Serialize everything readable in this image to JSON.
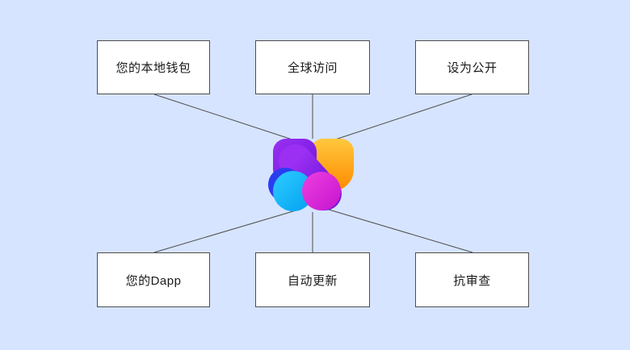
{
  "canvas": {
    "background": "#d6e4ff"
  },
  "logo": {
    "name": "agregore-logo",
    "colors": {
      "purple": "#8a2be2",
      "orange": "#ff9500",
      "magenta": "#d92cd8",
      "cyan": "#12b7ff",
      "dark_blue": "#2b3cf0"
    }
  },
  "nodes": {
    "top": [
      {
        "id": "local-wallet",
        "label": "您的本地钱包"
      },
      {
        "id": "global-access",
        "label": "全球访问"
      },
      {
        "id": "set-public",
        "label": "设为公开"
      }
    ],
    "bottom": [
      {
        "id": "your-dapp",
        "label": "您的Dapp"
      },
      {
        "id": "auto-update",
        "label": "自动更新"
      },
      {
        "id": "censorship-resistant",
        "label": "抗审查"
      }
    ]
  }
}
